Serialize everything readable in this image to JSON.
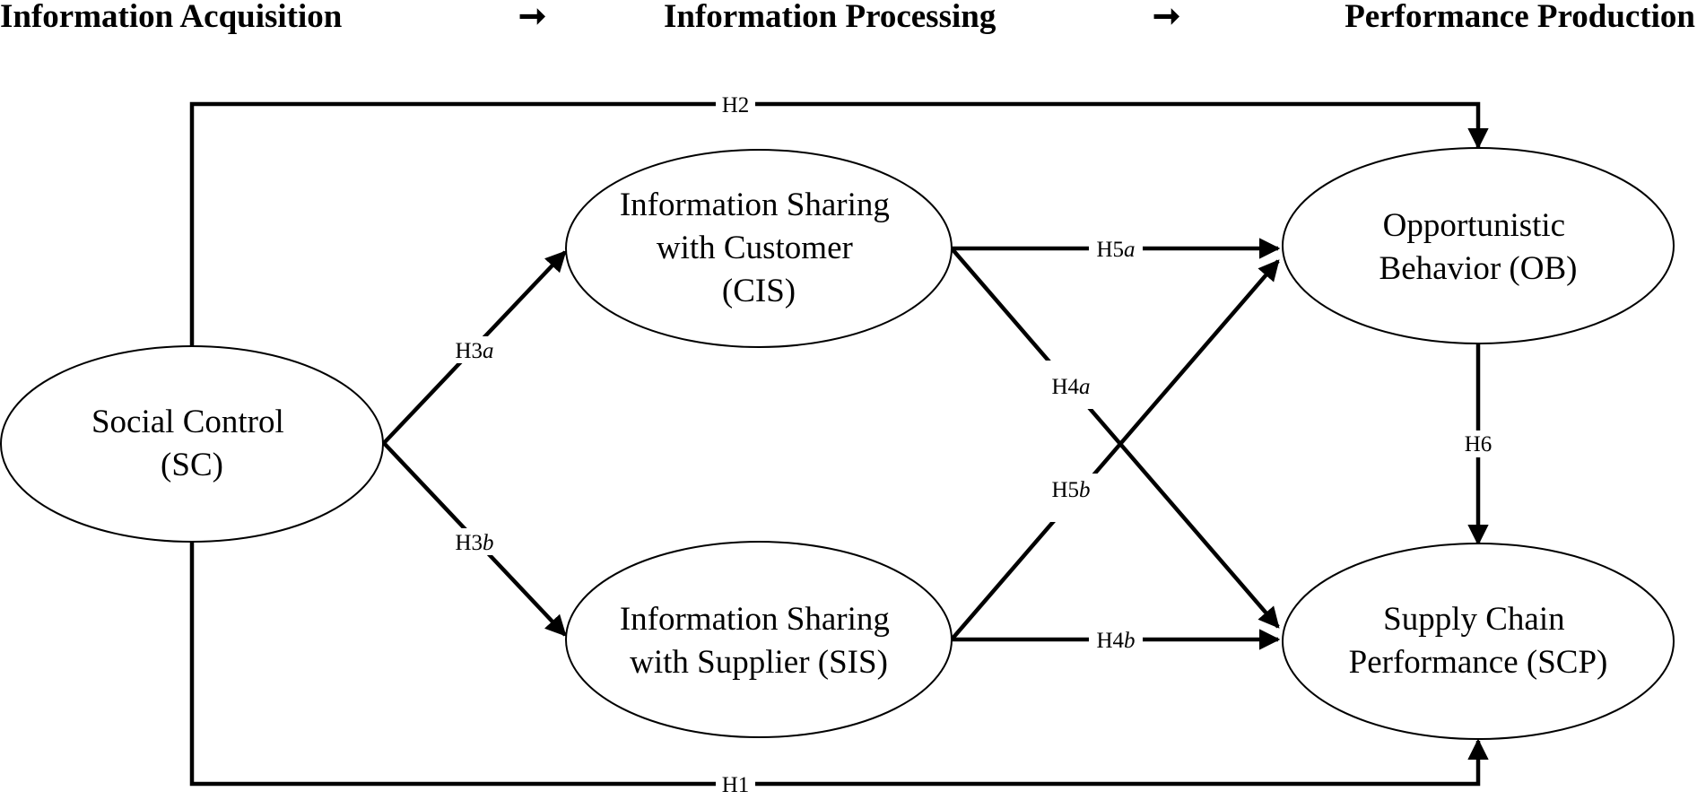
{
  "stages": [
    {
      "id": "acquisition",
      "label": "Information Acquisition"
    },
    {
      "id": "processing",
      "label": "Information Processing"
    },
    {
      "id": "production",
      "label": "Performance Production"
    }
  ],
  "stage_arrows": [
    "➞",
    "➞"
  ],
  "nodes": {
    "sc": {
      "lines": [
        "Social Control",
        "(SC)"
      ]
    },
    "cis": {
      "lines": [
        "Information Sharing",
        "with Customer",
        "(CIS)"
      ]
    },
    "sis": {
      "lines": [
        "Information Sharing",
        "with Supplier (SIS)"
      ]
    },
    "ob": {
      "lines": [
        "Opportunistic",
        "Behavior (OB)"
      ]
    },
    "scp": {
      "lines": [
        "Supply Chain",
        "Performance (SCP)"
      ]
    }
  },
  "hypotheses": {
    "h1": {
      "base": "H1",
      "suffix": ""
    },
    "h2": {
      "base": "H2",
      "suffix": ""
    },
    "h3a": {
      "base": "H3",
      "suffix": "a"
    },
    "h3b": {
      "base": "H3",
      "suffix": "b"
    },
    "h4a": {
      "base": "H4",
      "suffix": "a"
    },
    "h4b": {
      "base": "H4",
      "suffix": "b"
    },
    "h5a": {
      "base": "H5",
      "suffix": "a"
    },
    "h5b": {
      "base": "H5",
      "suffix": "b"
    },
    "h6": {
      "base": "H6",
      "suffix": ""
    }
  }
}
